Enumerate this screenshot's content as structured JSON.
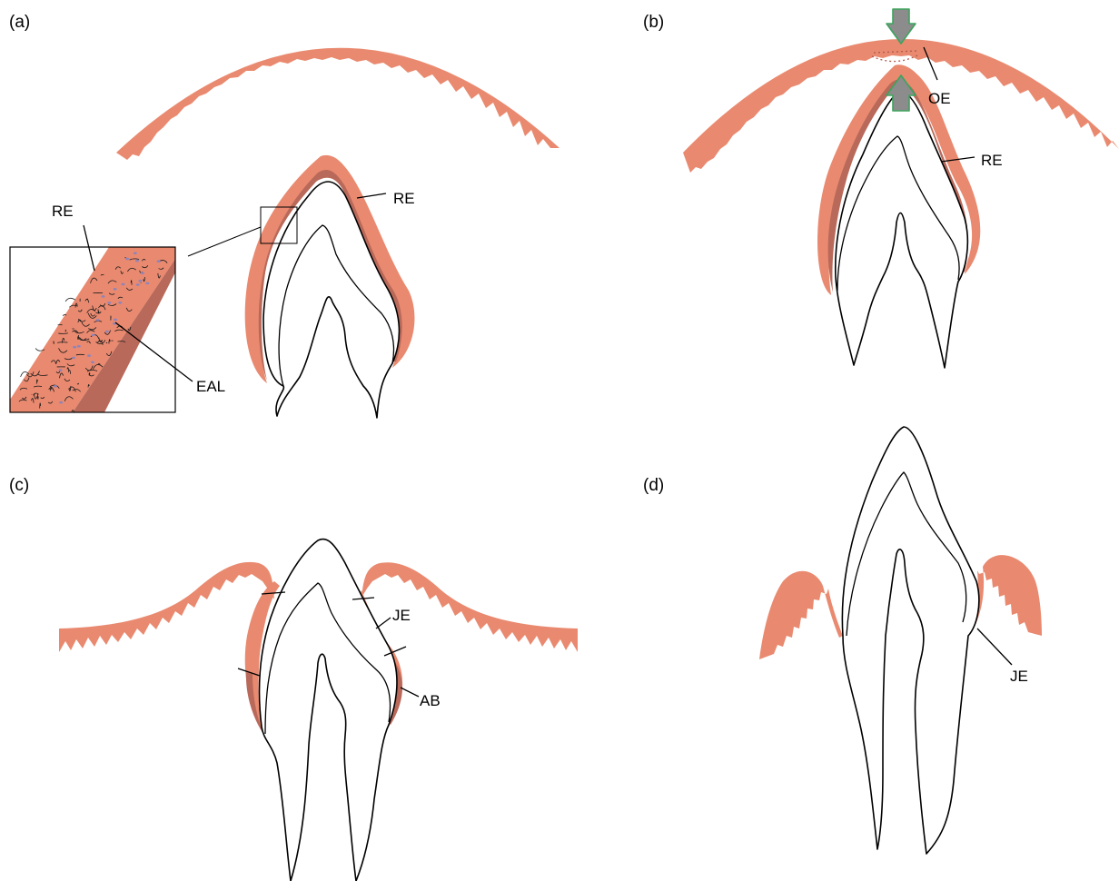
{
  "colors": {
    "epithelium": "#E98A70",
    "enamel_layer": "#B9695A",
    "arrow_fill": "#8C8C8C",
    "arrow_stroke": "#3DA35D",
    "outline": "#000000"
  },
  "panels": {
    "a": {
      "label": "(a)",
      "labels": {
        "re_main": "RE",
        "re_inset": "RE",
        "eal": "EAL"
      }
    },
    "b": {
      "label": "(b)",
      "labels": {
        "oe": "OE",
        "re": "RE"
      }
    },
    "c": {
      "label": "(c)",
      "labels": {
        "je": "JE",
        "ab": "AB"
      }
    },
    "d": {
      "label": "(d)",
      "labels": {
        "je": "JE"
      }
    }
  }
}
